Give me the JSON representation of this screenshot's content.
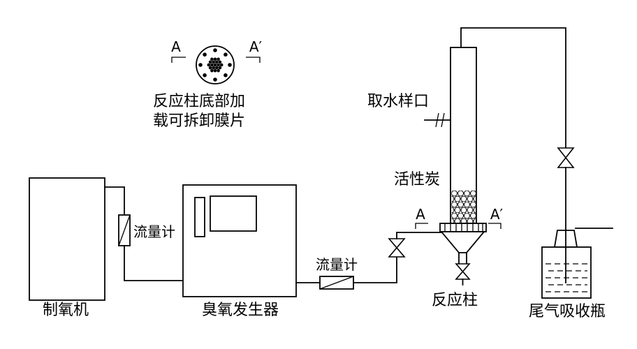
{
  "diagram": {
    "labels": {
      "section_a": "A",
      "section_a_prime": "A′",
      "membrane_caption_line1": "反应柱底部加",
      "membrane_caption_line2": "载可拆卸膜片",
      "oxygen_generator": "制氧机",
      "flow_meter": "流量计",
      "ozone_generator": "臭氧发生器",
      "water_sampling_port": "取水样口",
      "activated_carbon": "活性炭",
      "reaction_column": "反应柱",
      "tail_gas_bottle": "尾气吸收瓶"
    },
    "colors": {
      "line": "#000000",
      "background": "#ffffff"
    }
  }
}
